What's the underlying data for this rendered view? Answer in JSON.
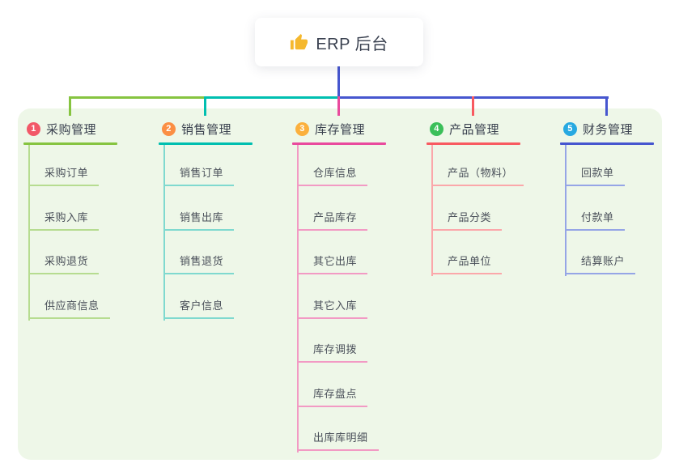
{
  "root": {
    "title": "ERP 后台",
    "icon": "thumbs-up-icon",
    "icon_color": "#f5b82e",
    "connector_color": "#4656cf"
  },
  "panel_color": "#eef7e8",
  "branches": [
    {
      "badge": "1",
      "label": "采购管理",
      "badge_color": "#f25868",
      "color": "#86c440",
      "light_color": "#b6dc90",
      "children": [
        "采购订单",
        "采购入库",
        "采购退货",
        "供应商信息"
      ]
    },
    {
      "badge": "2",
      "label": "销售管理",
      "badge_color": "#fb8f44",
      "color": "#00bfb0",
      "light_color": "#7fd9cf",
      "children": [
        "销售订单",
        "销售出库",
        "销售退货",
        "客户信息"
      ]
    },
    {
      "badge": "3",
      "label": "库存管理",
      "badge_color": "#fbb03d",
      "color": "#e94a9d",
      "light_color": "#f29ac4",
      "children": [
        "仓库信息",
        "产品库存",
        "其它出库",
        "其它入库",
        "库存调拨",
        "库存盘点",
        "出库库明细"
      ]
    },
    {
      "badge": "4",
      "label": "产品管理",
      "badge_color": "#3bbf59",
      "color": "#f85a60",
      "light_color": "#fba7aa",
      "children": [
        "产品（物料）",
        "产品分类",
        "产品单位"
      ]
    },
    {
      "badge": "5",
      "label": "财务管理",
      "badge_color": "#27a9e1",
      "color": "#4656cf",
      "light_color": "#95a5e6",
      "children": [
        "回款单",
        "付款单",
        "结算账户"
      ]
    }
  ]
}
